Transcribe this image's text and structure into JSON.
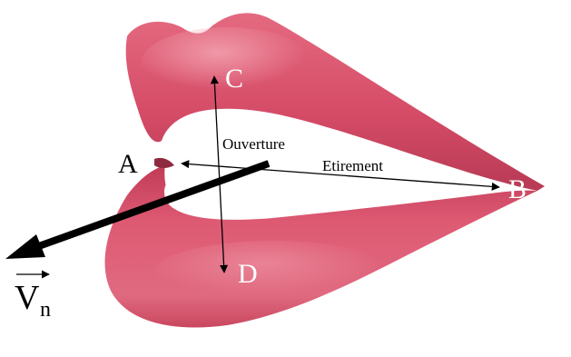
{
  "labels": {
    "point_a": "A",
    "point_b": "B",
    "point_c": "C",
    "point_d": "D",
    "opening": "Ouverture",
    "stretching": "Etirement",
    "vector_letter": "V",
    "vector_subscript": "n"
  },
  "colors": {
    "lip_main": "#d9506a",
    "lip_light": "#ee8a9c",
    "lip_dark": "#a8334c",
    "label_white": "#ffffff",
    "ink": "#000000"
  }
}
